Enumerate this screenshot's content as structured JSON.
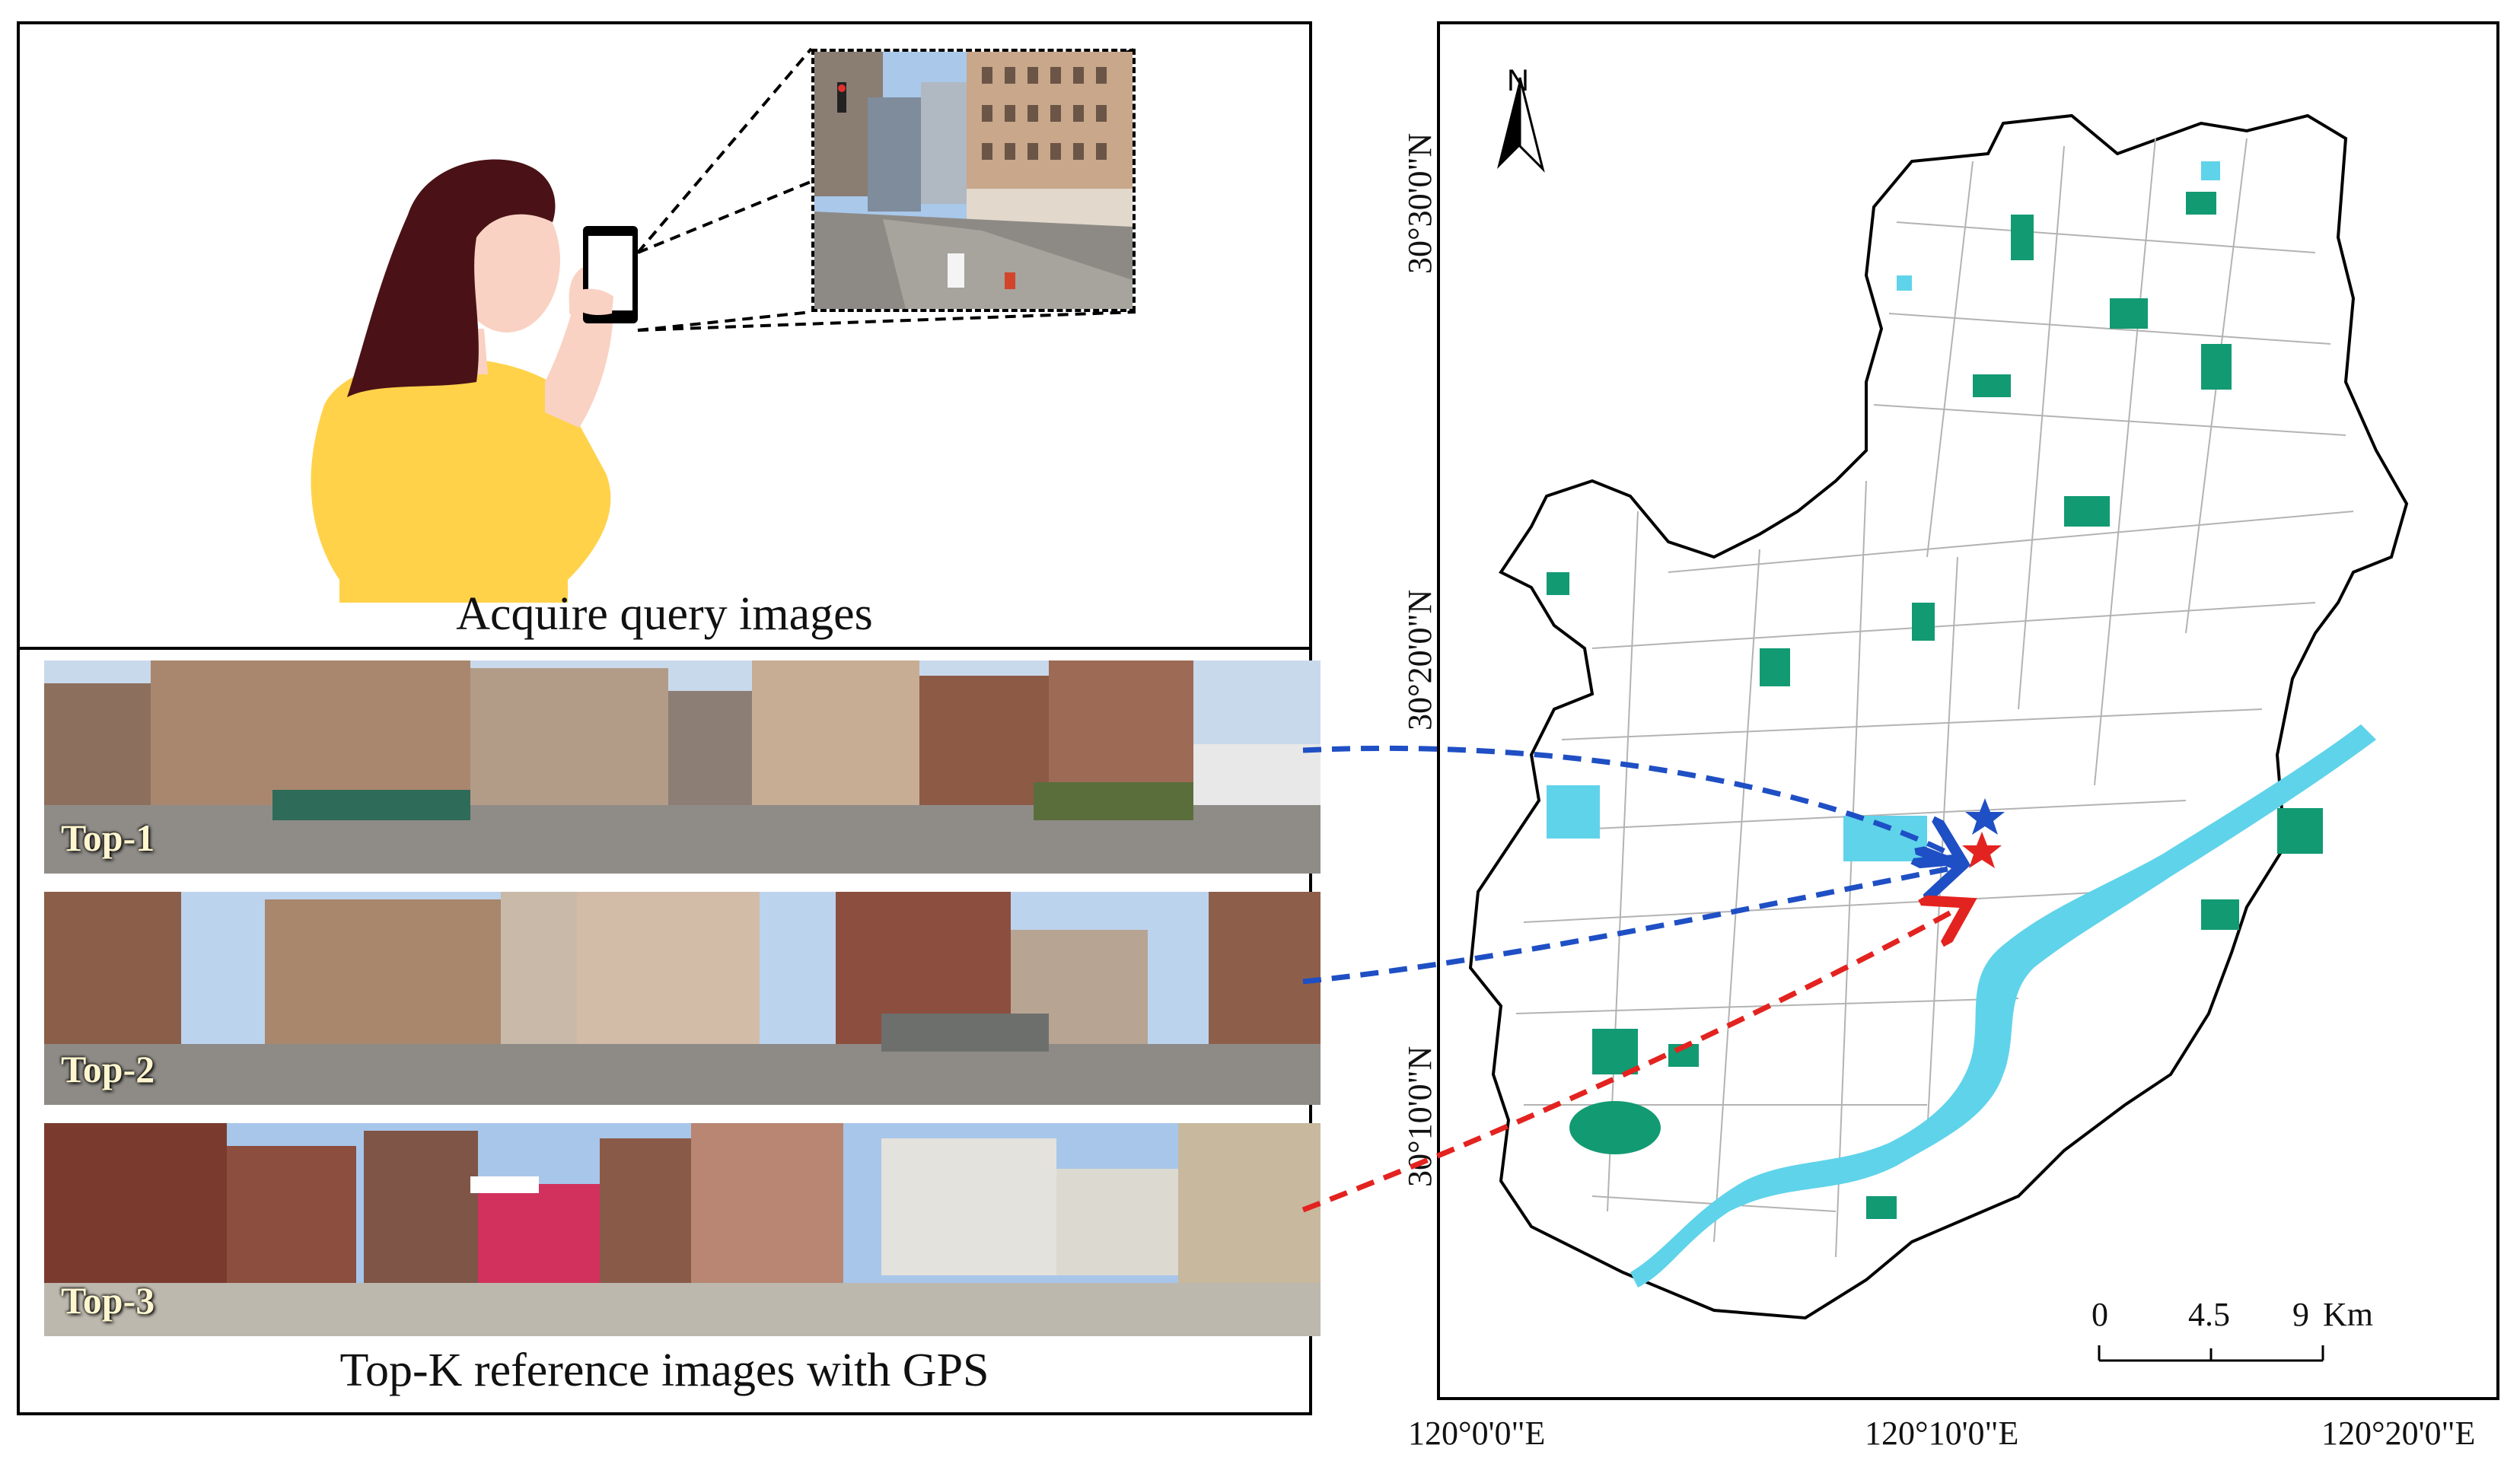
{
  "query_panel": {
    "caption": "Acquire query images"
  },
  "reference_panel": {
    "caption": "Top-K reference images with GPS",
    "items": [
      {
        "label": "Top-1",
        "arrow_color": "#1f4fc4"
      },
      {
        "label": "Top-2",
        "arrow_color": "#1f4fc4"
      },
      {
        "label": "Top-3",
        "arrow_color": "#e3231f"
      }
    ]
  },
  "map": {
    "north_label": "N",
    "lat_ticks": [
      "30°30'0\"N",
      "30°20'0\"N",
      "30°10'0\"N"
    ],
    "lon_ticks": [
      "120°0'0\"E",
      "120°10'0\"E",
      "120°20'0\"E"
    ],
    "scale_bar": {
      "labels": [
        "0",
        "4.5",
        "9"
      ],
      "unit": "Km"
    },
    "colors": {
      "water": "#5fd3ea",
      "green": "#129a73",
      "roads": "#9a9a9a",
      "outline": "#000000"
    },
    "markers": [
      {
        "name": "predicted-location",
        "color": "#1f4fc4"
      },
      {
        "name": "ground-truth-location",
        "color": "#e3231f"
      }
    ]
  }
}
